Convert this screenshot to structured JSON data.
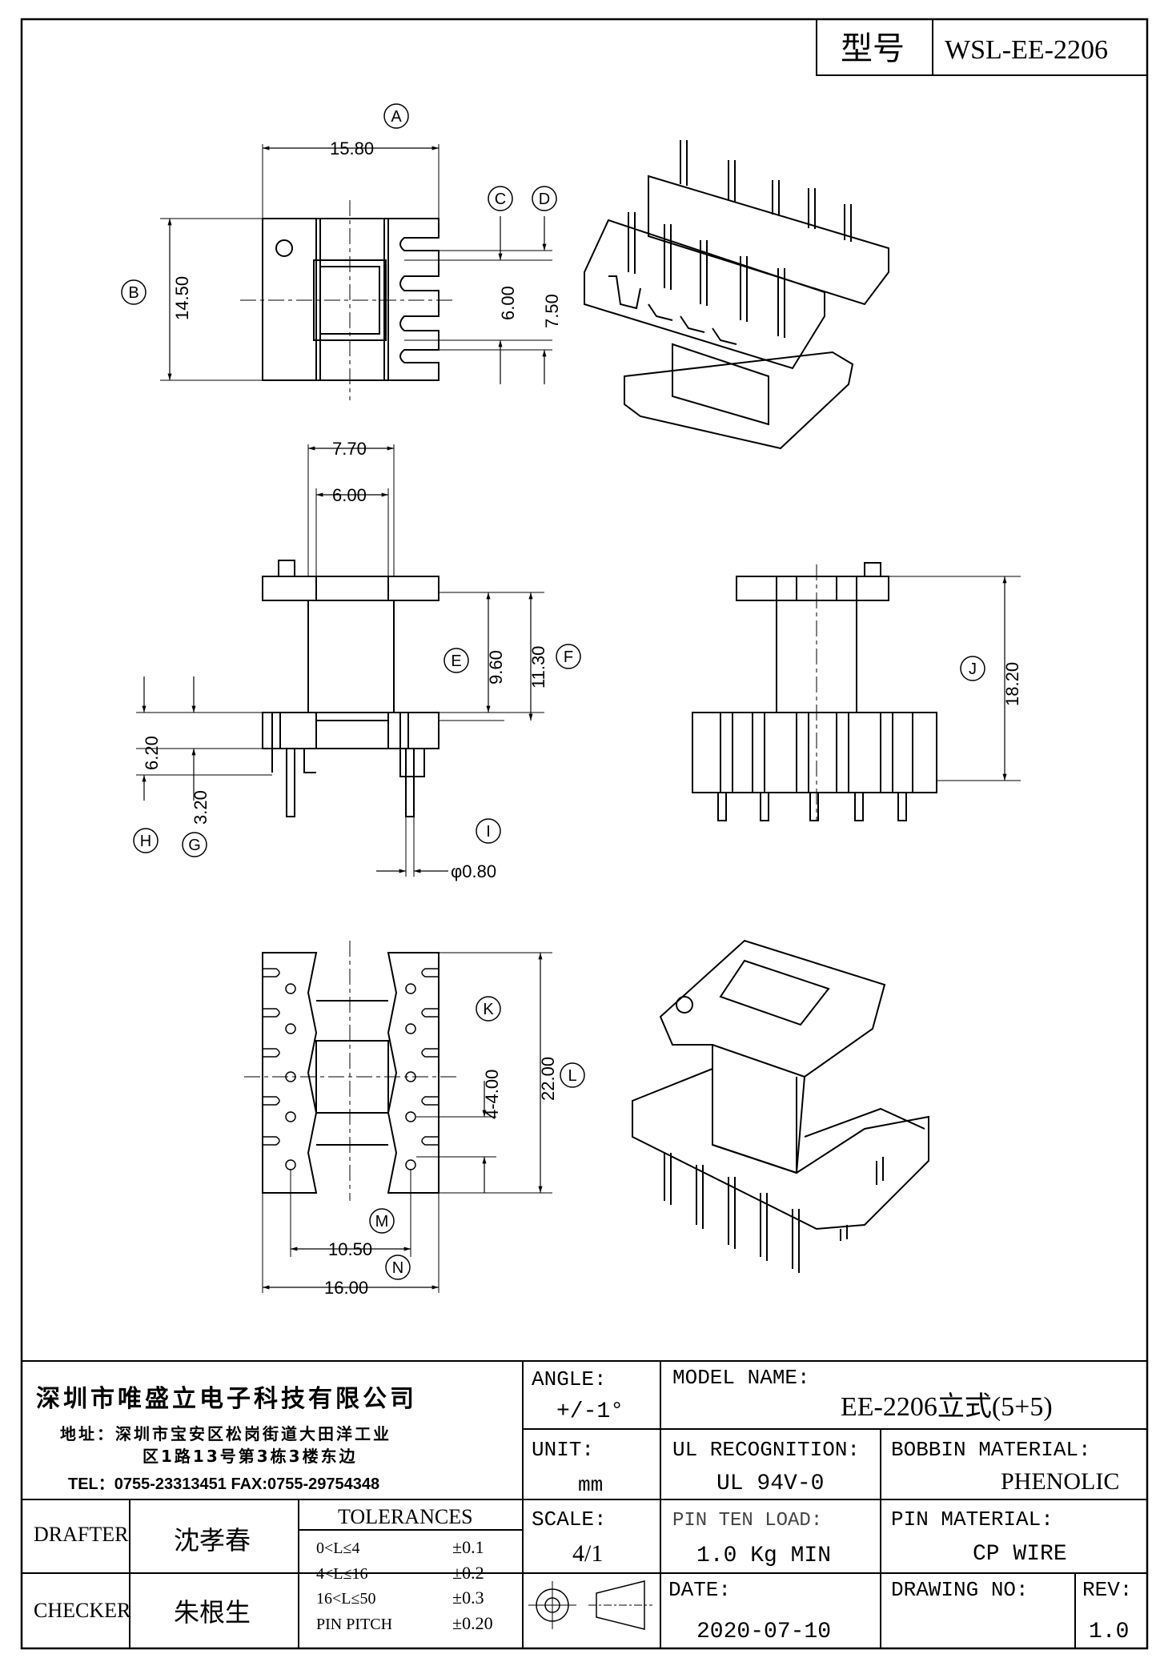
{
  "title_block": {
    "model_label": "型号",
    "model_value": "WSL-EE-2206",
    "company_name": "深圳市唯盛立电子科技有限公司",
    "address_line1": "地址：深圳市宝安区松岗街道大田洋工业",
    "address_line2": "区1路13号第3栋3楼东边",
    "contact": "TEL：0755-23313451   FAX:0755-29754348",
    "angle_label": "ANGLE:",
    "angle_value": "+/-1°",
    "model_name_label": "MODEL NAME:",
    "model_name_value": "EE-2206立式(5+5)",
    "unit_label": "UNIT:",
    "unit_value": "mm",
    "ul_label": "UL RECOGNITION:",
    "ul_value": "UL 94V-0",
    "bobbin_label": "BOBBIN MATERIAL:",
    "bobbin_value": "PHENOLIC",
    "drafter_label": "DRAFTER",
    "drafter_value": "沈孝春",
    "tolerances_label": "TOLERANCES",
    "tolerances": [
      {
        "range": "0<L≤4",
        "value": "±0.1"
      },
      {
        "range": "4<L≤16",
        "value": "±0.2"
      },
      {
        "range": "16<L≤50",
        "value": "±0.3"
      },
      {
        "range": "PIN PITCH",
        "value": "±0.20"
      }
    ],
    "scale_label": "SCALE:",
    "scale_value": "4/1",
    "pin_load_label": "PIN TEN LOAD:",
    "pin_load_value": "1.0 Kg MIN",
    "pin_material_label": "PIN MATERIAL:",
    "pin_material_value": "CP WIRE",
    "checker_label": "CHECKER",
    "checker_value": "朱根生",
    "date_label": "DATE:",
    "date_value": "2020-07-10",
    "drawing_no_label": "DRAWING NO:",
    "drawing_no_value": "",
    "rev_label": "REV:",
    "rev_value": "1.0"
  },
  "dimensions": {
    "A": "15.80",
    "B": "14.50",
    "C": "6.00",
    "D": "7.50",
    "top_width": "7.70",
    "top_inner": "6.00",
    "E": "9.60",
    "F": "11.30",
    "H": "6.20",
    "G": "3.20",
    "I": "φ0.80",
    "J": "18.20",
    "K": "4-4.00",
    "L": "22.00",
    "M": "10.50",
    "N": "16.00"
  },
  "balloons": {
    "A": "A",
    "B": "B",
    "C": "C",
    "D": "D",
    "E": "E",
    "F": "F",
    "G": "G",
    "H": "H",
    "I": "I",
    "J": "J",
    "K": "K",
    "L": "L",
    "M": "M",
    "N": "N"
  }
}
